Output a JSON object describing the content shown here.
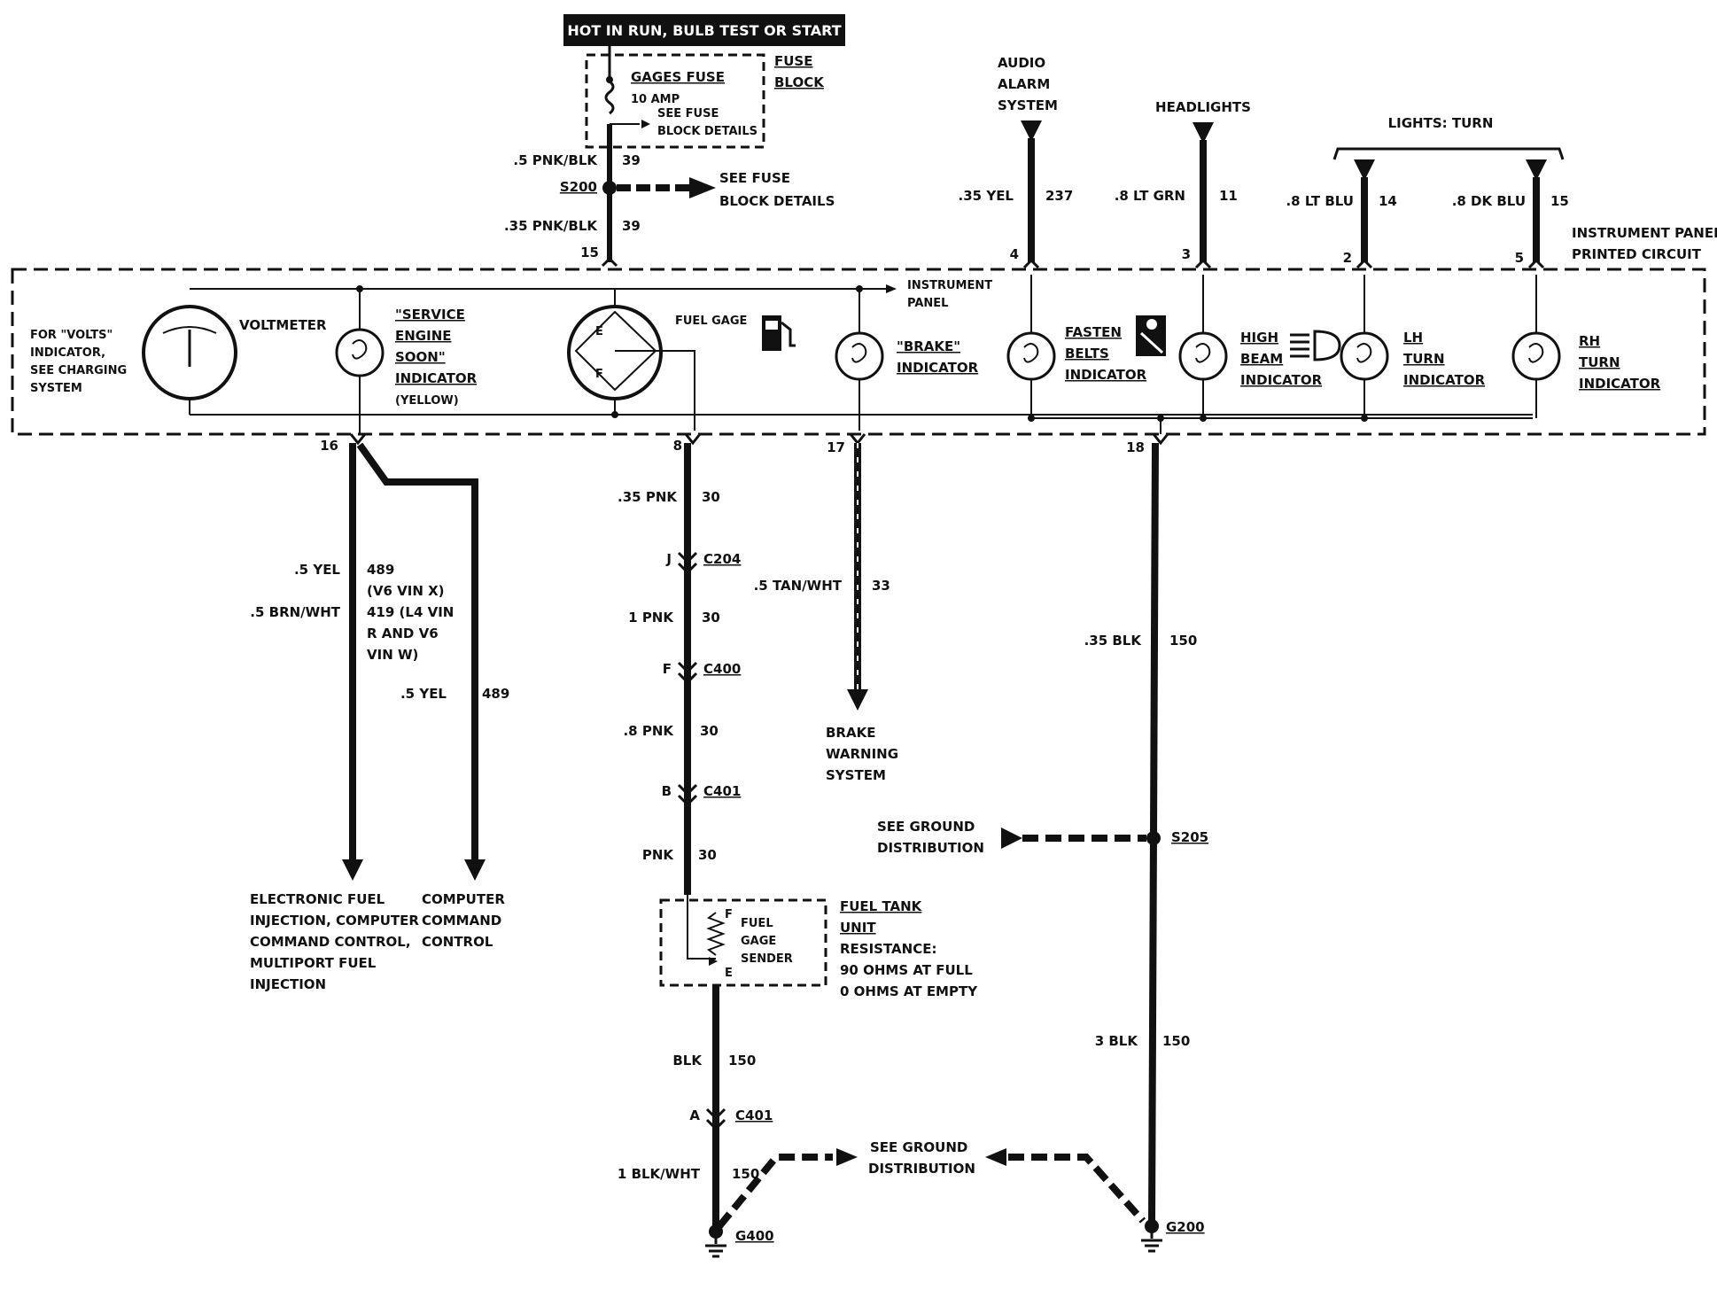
{
  "header": {
    "banner": "HOT IN RUN, BULB TEST OR START"
  },
  "fuse": {
    "name": "GAGES FUSE",
    "rating": "10 AMP",
    "detail1": "SEE FUSE",
    "detail2": "BLOCK DETAILS",
    "block_label1": "FUSE",
    "block_label2": "BLOCK"
  },
  "supply": {
    "wire_upper": ".5 PNK/BLK",
    "circuit_upper": "39",
    "splice": "S200",
    "splice_note1": "SEE FUSE",
    "splice_note2": "BLOCK DETAILS",
    "wire_lower": ".35 PNK/BLK",
    "circuit_lower": "39",
    "pin": "15"
  },
  "inputs": {
    "audio": {
      "line1": "AUDIO",
      "line2": "ALARM",
      "line3": "SYSTEM",
      "wire": ".35 YEL",
      "circuit": "237",
      "pin": "4"
    },
    "headlights": {
      "label": "HEADLIGHTS",
      "wire": ".8 LT GRN",
      "circuit": "11",
      "pin": "3"
    },
    "turn": {
      "label": "LIGHTS: TURN",
      "lh_wire": ".8 LT BLU",
      "lh_circuit": "14",
      "lh_pin": "2",
      "rh_wire": ".8 DK BLU",
      "rh_circuit": "15",
      "rh_pin": "5"
    }
  },
  "panel": {
    "title1": "INSTRUMENT PANEL",
    "title2": "PRINTED CIRCUIT",
    "volts_note": [
      "FOR \"VOLTS\"",
      "INDICATOR,",
      "SEE CHARGING",
      "SYSTEM"
    ],
    "voltmeter": "VOLTMETER",
    "ses": [
      "\"SERVICE",
      "ENGINE",
      "SOON\"",
      "INDICATOR"
    ],
    "ses_color": "(YELLOW)",
    "fuel_gage": "FUEL GAGE",
    "gage_e": "E",
    "gage_f": "F",
    "ip1": "INSTRUMENT",
    "ip2": "PANEL",
    "brake": [
      "\"BRAKE\"",
      "INDICATOR"
    ],
    "belts": [
      "FASTEN",
      "BELTS",
      "INDICATOR"
    ],
    "highbeam": [
      "HIGH",
      "BEAM",
      "INDICATOR"
    ],
    "lh": [
      "LH",
      "TURN",
      "INDICATOR"
    ],
    "rh": [
      "RH",
      "TURN",
      "INDICATOR"
    ]
  },
  "outputs": {
    "pin16": "16",
    "ecm": {
      "wire1": ".5 YEL",
      "circuit1": "489",
      "note1": "(V6 VIN X)",
      "wire2": ".5 BRN/WHT",
      "circuit2": "419 (L4 VIN",
      "note2a": "R AND V6",
      "note2b": "VIN W)",
      "wire3": ".5 YEL",
      "circuit3": "489",
      "dest1": [
        "ELECTRONIC FUEL",
        "INJECTION, COMPUTER",
        "COMMAND CONTROL,",
        "MULTIPORT FUEL",
        "INJECTION"
      ],
      "dest2": [
        "COMPUTER",
        "COMMAND",
        "CONTROL"
      ]
    },
    "fuel": {
      "pin": "8",
      "w1": ".35 PNK",
      "c1": "30",
      "conn1_pin": "J",
      "conn1": "C204",
      "w2": "1 PNK",
      "c2": "30",
      "conn2_pin": "F",
      "conn2": "C400",
      "w3": ".8 PNK",
      "c3": "30",
      "conn3_pin": "B",
      "conn3": "C401",
      "w4": "PNK",
      "c4": "30",
      "sender": [
        "FUEL",
        "GAGE",
        "SENDER"
      ],
      "sender_f": "F",
      "sender_e": "E",
      "tank": [
        "FUEL TANK",
        "UNIT"
      ],
      "resistance": [
        "RESISTANCE:",
        "90 OHMS AT FULL",
        "0 OHMS AT EMPTY"
      ],
      "w5": "BLK",
      "c5": "150",
      "conn4_pin": "A",
      "conn4": "C401",
      "w6": "1 BLK/WHT",
      "c6": "150",
      "ground": "G400"
    },
    "brake": {
      "pin": "17",
      "wire": ".5 TAN/WHT",
      "circuit": "33",
      "dest": [
        "BRAKE",
        "WARNING",
        "SYSTEM"
      ]
    },
    "ground": {
      "pin": "18",
      "w1": ".35 BLK",
      "c1": "150",
      "see1": [
        "SEE GROUND",
        "DISTRIBUTION"
      ],
      "splice": "S205",
      "w2": "3 BLK",
      "c2": "150",
      "see2": [
        "SEE GROUND",
        "DISTRIBUTION"
      ],
      "ground": "G200"
    }
  }
}
